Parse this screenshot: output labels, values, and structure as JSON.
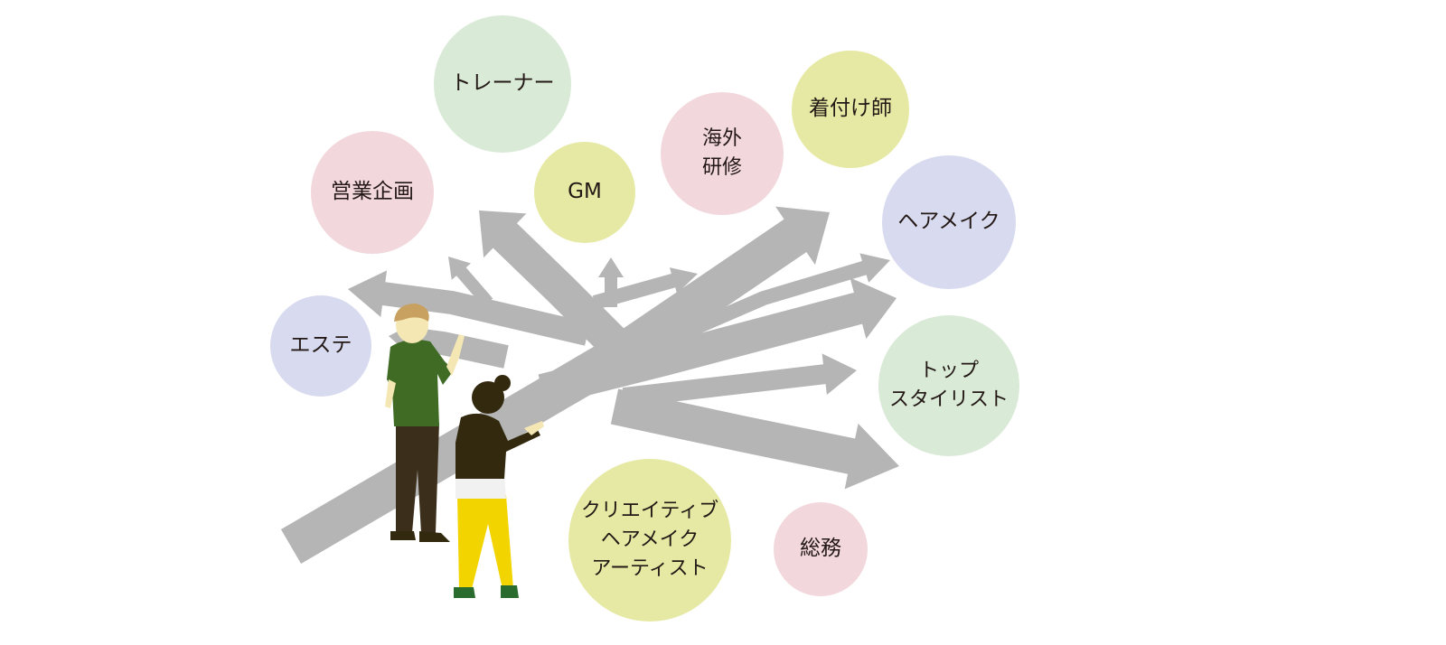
{
  "colors": {
    "arrow": "#b5b5b5",
    "pink": "#f2d8dc",
    "green": "#d9ead7",
    "yellow": "#e6e9a4",
    "lavender": "#d8dbef",
    "text": "#231815",
    "man_shirt": "#3f6b25",
    "man_pants": "#3b2f1c",
    "hair": "#c8a05f",
    "skin": "#f4e7b4",
    "woman_top": "#33290f",
    "woman_pants": "#f2d400",
    "shoes": "#2a6b2e"
  },
  "careers": {
    "trainer": [
      "トレーナー"
    ],
    "sales_planning": [
      "営業企画"
    ],
    "gm": [
      "GM"
    ],
    "overseas_training": [
      "海外",
      "研修"
    ],
    "kitsuke": [
      "着付け師"
    ],
    "hair_make": [
      "ヘアメイク"
    ],
    "esthe": [
      "エステ"
    ],
    "top_stylist": [
      "トップ",
      "スタイリスト"
    ],
    "creative": [
      "クリエイティブ",
      "ヘアメイク",
      "アーティスト"
    ],
    "general_affairs": [
      "総務"
    ]
  },
  "people": [
    "man-figure",
    "woman-figure"
  ]
}
